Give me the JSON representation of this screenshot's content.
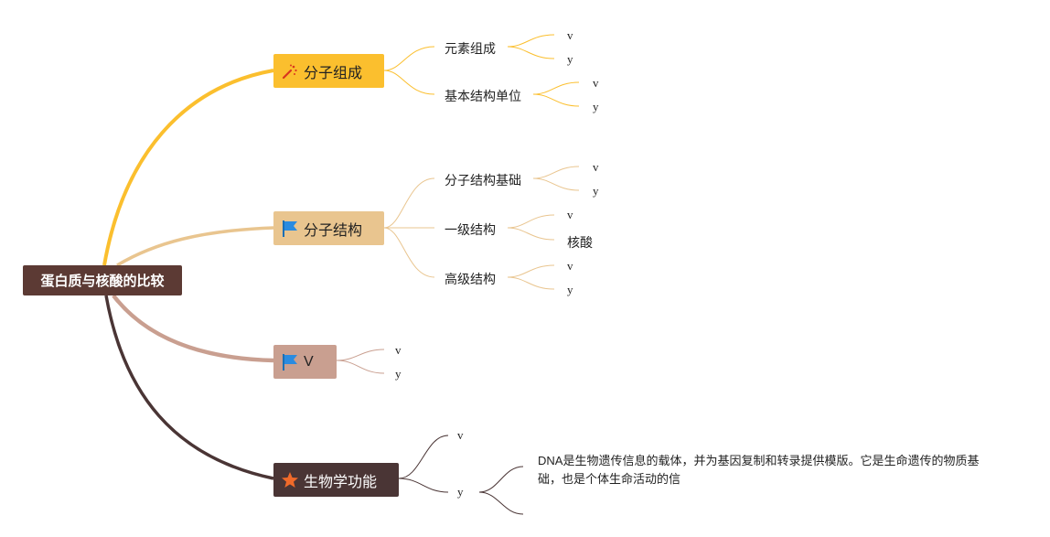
{
  "root": {
    "label": "蛋白质与核酸的比较"
  },
  "topics": [
    {
      "label": "分子组成",
      "icon": "fireworks-icon",
      "children": [
        {
          "label": "元素组成",
          "leaves": [
            "v",
            "y"
          ]
        },
        {
          "label": "基本结构单位",
          "leaves": [
            "v",
            "y"
          ]
        }
      ]
    },
    {
      "label": "分子结构",
      "icon": "flag-icon",
      "children": [
        {
          "label": "分子结构基础",
          "leaves": [
            "v",
            "y"
          ]
        },
        {
          "label": "一级结构",
          "leaves": [
            "v",
            "核酸"
          ]
        },
        {
          "label": "高级结构",
          "leaves": [
            "v",
            "y"
          ]
        }
      ]
    },
    {
      "label": "V",
      "icon": "flag-icon",
      "leaves": [
        "v",
        "y"
      ]
    },
    {
      "label": "生物学功能",
      "icon": "star-icon",
      "leaves": [
        "v",
        "y"
      ],
      "note": "DNA是生物遗传信息的载体，并为基因复制和转录提供模版。它是生命遗传的物质基础，也是个体生命活动的信"
    }
  ],
  "colors": {
    "root": "#5c3a34",
    "topic1": "#fbbf2e",
    "topic2": "#e9c58f",
    "topic3": "#c99f90",
    "topic4": "#4a3535"
  }
}
